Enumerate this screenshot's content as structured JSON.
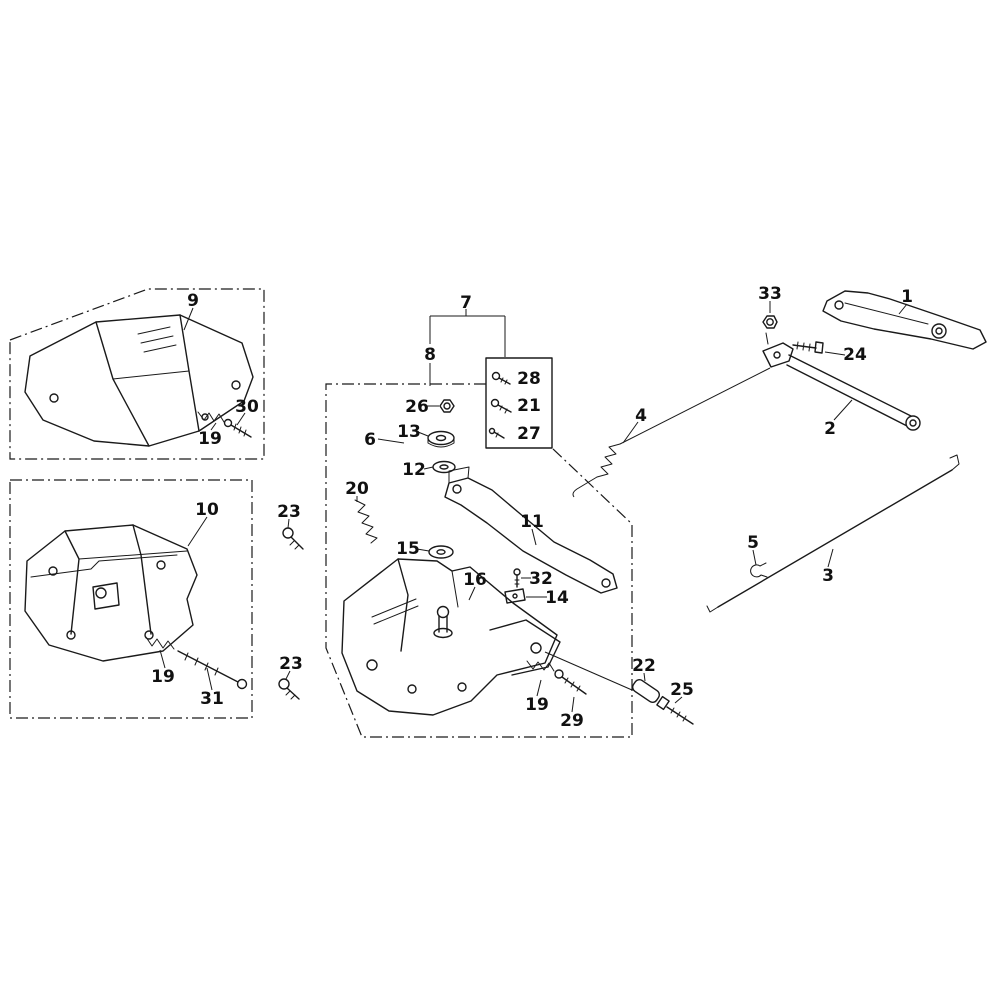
{
  "page": {
    "background": "#ffffff"
  },
  "diagram": {
    "line_color": "#1a1a1a",
    "callouts": {
      "c1": "1",
      "c2": "2",
      "c3": "3",
      "c4": "4",
      "c5": "5",
      "c6": "6",
      "c7": "7",
      "c8": "8",
      "c9": "9",
      "c10": "10",
      "c11": "11",
      "c12": "12",
      "c13": "13",
      "c14": "14",
      "c15": "15",
      "c16": "16",
      "c19a": "19",
      "c19b": "19",
      "c19c": "19",
      "c20": "20",
      "c21": "21",
      "c22": "22",
      "c23a": "23",
      "c23b": "23",
      "c24": "24",
      "c25": "25",
      "c26": "26",
      "c27": "27",
      "c28": "28",
      "c29": "29",
      "c30": "30",
      "c31": "31",
      "c32": "32",
      "c33": "33"
    }
  }
}
